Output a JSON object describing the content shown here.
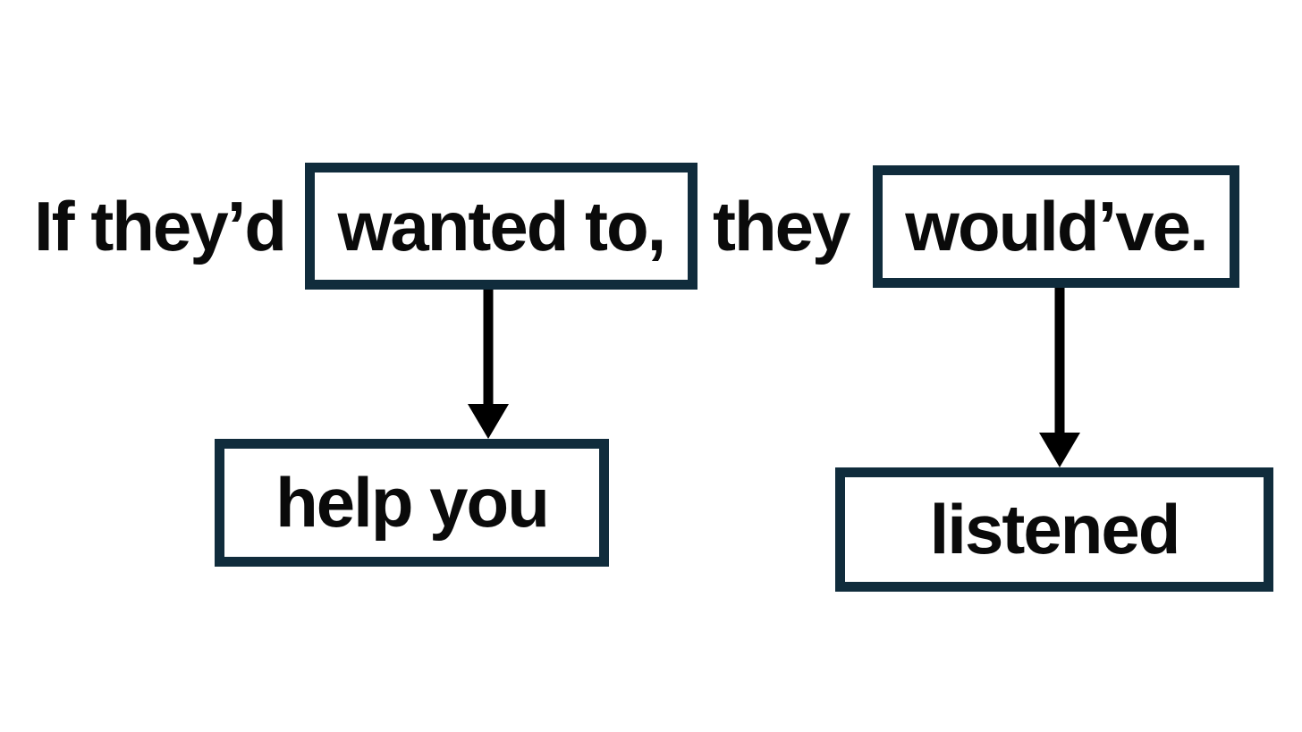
{
  "diagram": {
    "colors": {
      "canvas_bg": "#ffffff",
      "box_border": "#102c3c",
      "text": "#0a0a0a",
      "arrow": "#000000"
    },
    "sentence_prefix": "If they’d",
    "sentence_middle": "they",
    "slots": {
      "condition": {
        "boxed_word": "wanted to,",
        "substitution": "help you"
      },
      "result": {
        "boxed_word": "would’ve.",
        "substitution": "listened"
      }
    }
  }
}
